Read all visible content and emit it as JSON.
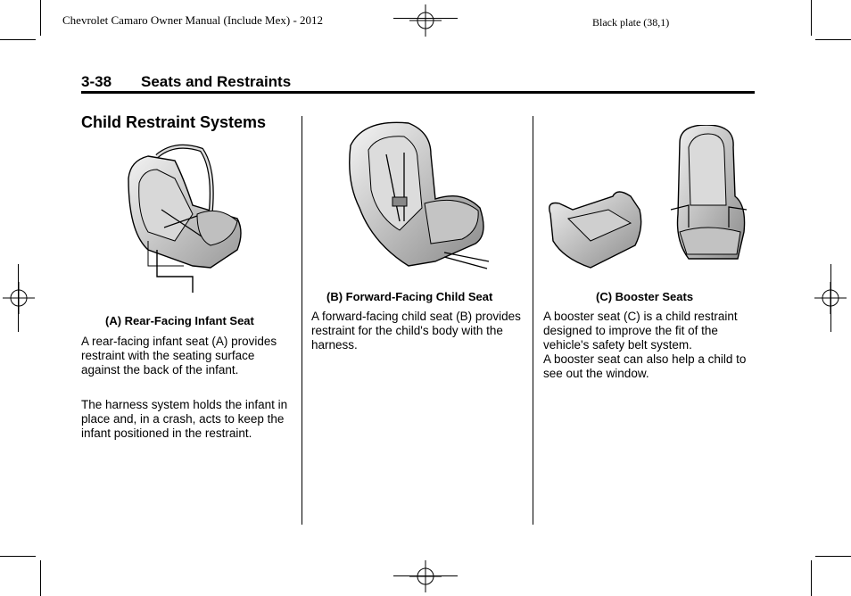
{
  "print_slug": {
    "left": "Chevrolet Camaro Owner Manual (Include Mex) - 2012",
    "right": "Black plate (38,1)"
  },
  "header": {
    "page_number": "3-38",
    "section_title": "Seats and Restraints"
  },
  "main_heading": "Child Restraint Systems",
  "figures": [
    {
      "caption": "(A) Rear-Facing Infant Seat",
      "paragraphs": [
        "A rear-facing infant seat (A) provides restraint with the seating surface against the back of the infant.",
        "The harness system holds the infant in place and, in a crash, acts to keep the infant positioned in the restraint."
      ]
    },
    {
      "caption": "(B) Forward-Facing Child Seat",
      "paragraphs": [
        "A forward-facing child seat (B) provides restraint for the child's body with the harness."
      ]
    },
    {
      "caption": "(C) Booster Seats",
      "paragraphs": [
        "A booster seat (C) is a child restraint designed to improve the fit of the vehicle's safety belt system.",
        "A booster seat can also help a child to see out the window."
      ]
    }
  ],
  "icons": {
    "registration_mark": "crosshair-registration-icon",
    "infant_seat": "rear-facing-infant-seat-icon",
    "child_seat": "forward-facing-child-seat-icon",
    "booster_seats": "booster-seats-icon"
  }
}
